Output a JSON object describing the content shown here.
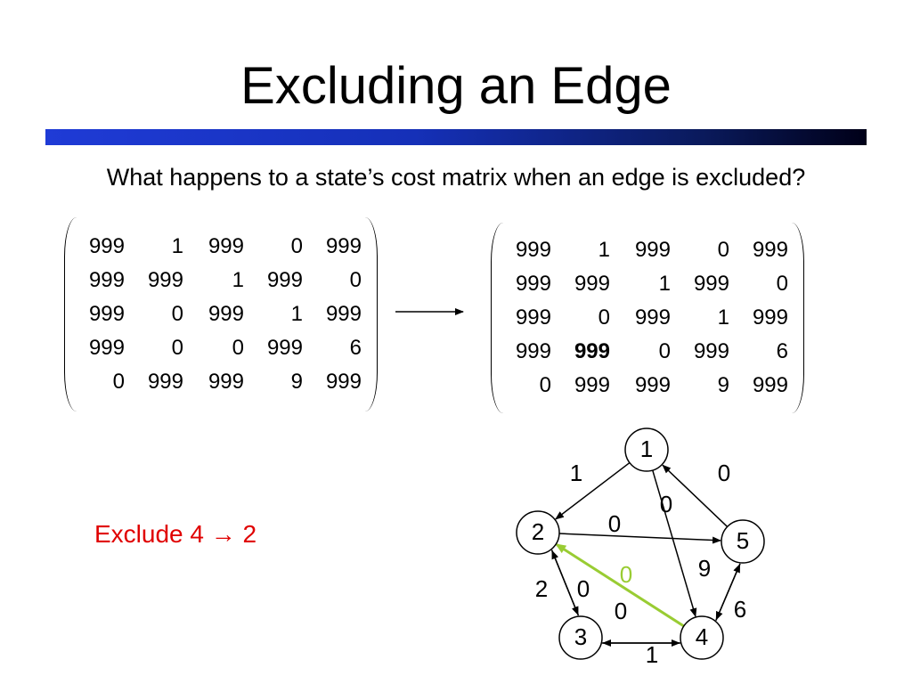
{
  "slide": {
    "title": "Excluding an Edge",
    "subtitle": "What happens to a state’s cost matrix when an edge is excluded?",
    "exclude_text": "Exclude 4 → 2"
  },
  "matrix_before": [
    [
      "999",
      "1",
      "999",
      "0",
      "999"
    ],
    [
      "999",
      "999",
      "1",
      "999",
      "0"
    ],
    [
      "999",
      "0",
      "999",
      "1",
      "999"
    ],
    [
      "999",
      "0",
      "0",
      "999",
      "6"
    ],
    [
      "0",
      "999",
      "999",
      "9",
      "999"
    ]
  ],
  "matrix_after": [
    [
      "999",
      "1",
      "999",
      "0",
      "999"
    ],
    [
      "999",
      "999",
      "1",
      "999",
      "0"
    ],
    [
      "999",
      "0",
      "999",
      "1",
      "999"
    ],
    [
      "999",
      "999",
      "0",
      "999",
      "6"
    ],
    [
      "0",
      "999",
      "999",
      "9",
      "999"
    ]
  ],
  "highlight_cell": {
    "row": 3,
    "col": 1
  },
  "graph": {
    "nodes": [
      "1",
      "2",
      "3",
      "4",
      "5"
    ],
    "edges": [
      {
        "from": "1",
        "to": "2",
        "label": "1"
      },
      {
        "from": "5",
        "to": "1",
        "label": "0"
      },
      {
        "from": "1",
        "to": "4",
        "label": "0"
      },
      {
        "from": "2",
        "to": "5",
        "label": "0"
      },
      {
        "from": "4",
        "to": "2",
        "label": "0",
        "excluded": true
      },
      {
        "from": "5",
        "to": "4",
        "label": "9"
      },
      {
        "from": "4",
        "to": "5",
        "label": "6"
      },
      {
        "from": "2",
        "to": "3",
        "label": "2"
      },
      {
        "from": "3",
        "to": "2",
        "label": "0"
      },
      {
        "from": "4",
        "to": "3",
        "label": "0"
      },
      {
        "from": "3",
        "to": "4",
        "label": "1"
      }
    ]
  },
  "colors": {
    "excluded_edge": "#99cc33",
    "exclude_text": "#e00000",
    "title_bar": "#1f3bd6"
  }
}
